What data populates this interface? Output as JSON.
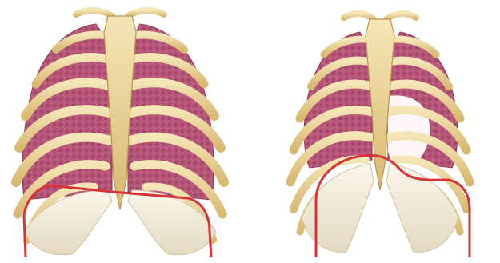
{
  "figures": [
    {
      "id": "inhalation",
      "diaphragm": "flattened"
    },
    {
      "id": "exhalation",
      "diaphragm": "dome-raised"
    }
  ],
  "colors": {
    "background": "#ffffff",
    "bone": "#ecd9a0",
    "bone_dark": "#c9a860",
    "lung": "#b8577a",
    "lung_light": "#d08aa2",
    "cartilage": "#f2ead8",
    "diaphragm_line": "#d9333a"
  }
}
